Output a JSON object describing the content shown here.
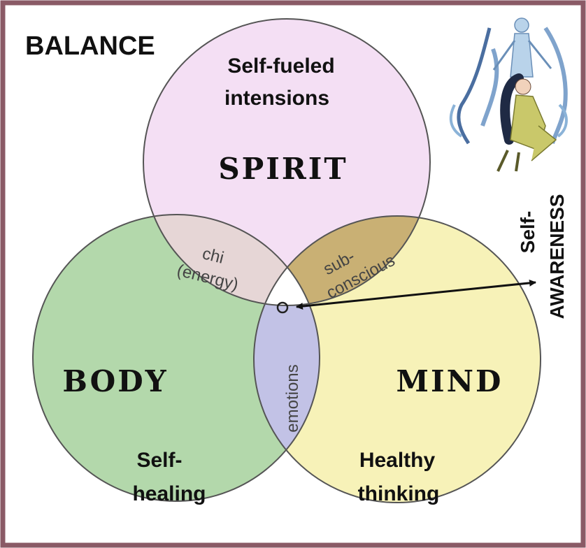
{
  "title": "BALANCE",
  "circles": {
    "spirit": {
      "label": "SPIRIT",
      "caption_line1": "Self-fueled",
      "caption_line2": "intensions",
      "fill": "#f4dff4"
    },
    "body": {
      "label": "BODY",
      "caption_line1": "Self-",
      "caption_line2": "healing",
      "fill": "#b3d8ab"
    },
    "mind": {
      "label": "MIND",
      "caption_line1": "Healthy",
      "caption_line2": "thinking",
      "fill": "#f7f2b8"
    }
  },
  "overlaps": {
    "spirit_body": {
      "line1": "chi",
      "line2": "(energy)",
      "fill": "#e6d6d6"
    },
    "spirit_mind": {
      "line1": "sub-",
      "line2": "conscious",
      "fill": "#c9b074"
    },
    "body_mind": {
      "line1": "emotions",
      "fill": "#c2c2e6"
    },
    "center": {
      "fill": "#ffffff"
    }
  },
  "arrow": {
    "label_line1": "Self-",
    "label_line2": "AWARENESS"
  },
  "colors": {
    "border": "#8a5a66",
    "outline": "#555555",
    "text": "#111111",
    "overlap_text": "#444444"
  },
  "icons": {
    "illustration": "meditating-figures-illustration"
  }
}
